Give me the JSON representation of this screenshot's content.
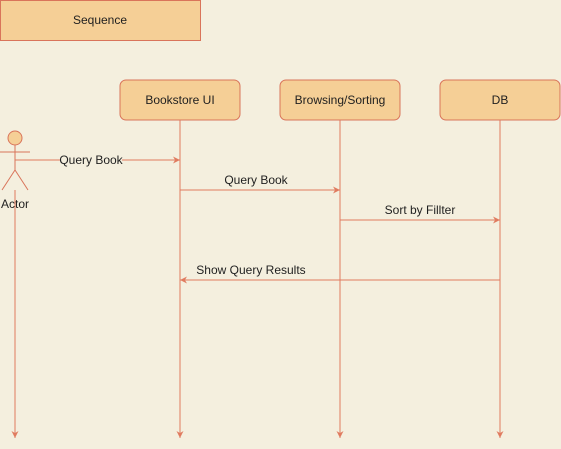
{
  "diagram": {
    "frame_label": "Sequence",
    "actor": {
      "label": "Actor"
    },
    "participants": [
      {
        "id": "ui",
        "label": "Bookstore UI"
      },
      {
        "id": "browse",
        "label": "Browsing/Sorting"
      },
      {
        "id": "db",
        "label": "DB"
      }
    ],
    "messages": [
      {
        "from": "actor",
        "to": "ui",
        "label": "Query Book",
        "label_style": "inline"
      },
      {
        "from": "ui",
        "to": "browse",
        "label": "Query Book",
        "label_style": "above"
      },
      {
        "from": "browse",
        "to": "db",
        "label": "Sort by Fillter",
        "label_style": "above"
      },
      {
        "from": "db",
        "to": "ui",
        "label": "Show Query Results",
        "label_style": "above"
      }
    ],
    "colors": {
      "background": "#f4efde",
      "box_fill": "#f5cf96",
      "box_stroke": "#d9745a",
      "line": "#e07b5f",
      "text": "#1f1f1f"
    }
  }
}
